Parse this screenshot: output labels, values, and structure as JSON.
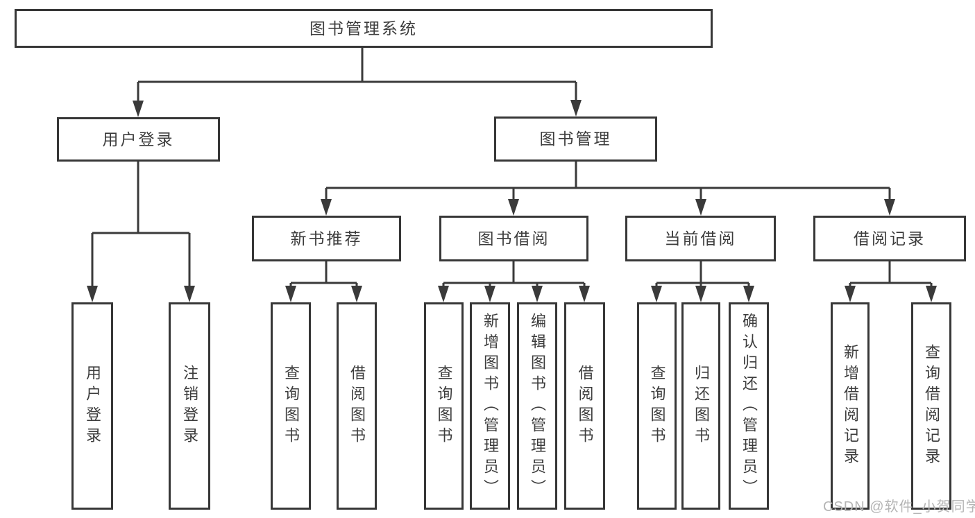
{
  "diagram": {
    "root": "图书管理系统",
    "l2": [
      "用户登录",
      "图书管理"
    ],
    "l3": [
      "新书推荐",
      "图书借阅",
      "当前借阅",
      "借阅记录"
    ],
    "leaves": [
      "用户登录",
      "注销登录",
      "查询图书",
      "借阅图书",
      "查询图书",
      "新增图书（管理员）",
      "编辑图书（管理员）",
      "借阅图书",
      "查询图书",
      "归还图书",
      "确认归还（管理员）",
      "新增借阅记录",
      "查询借阅记录"
    ],
    "line_color": "#3a3a3a",
    "watermark": "CSDN @软件_小贺同学"
  }
}
